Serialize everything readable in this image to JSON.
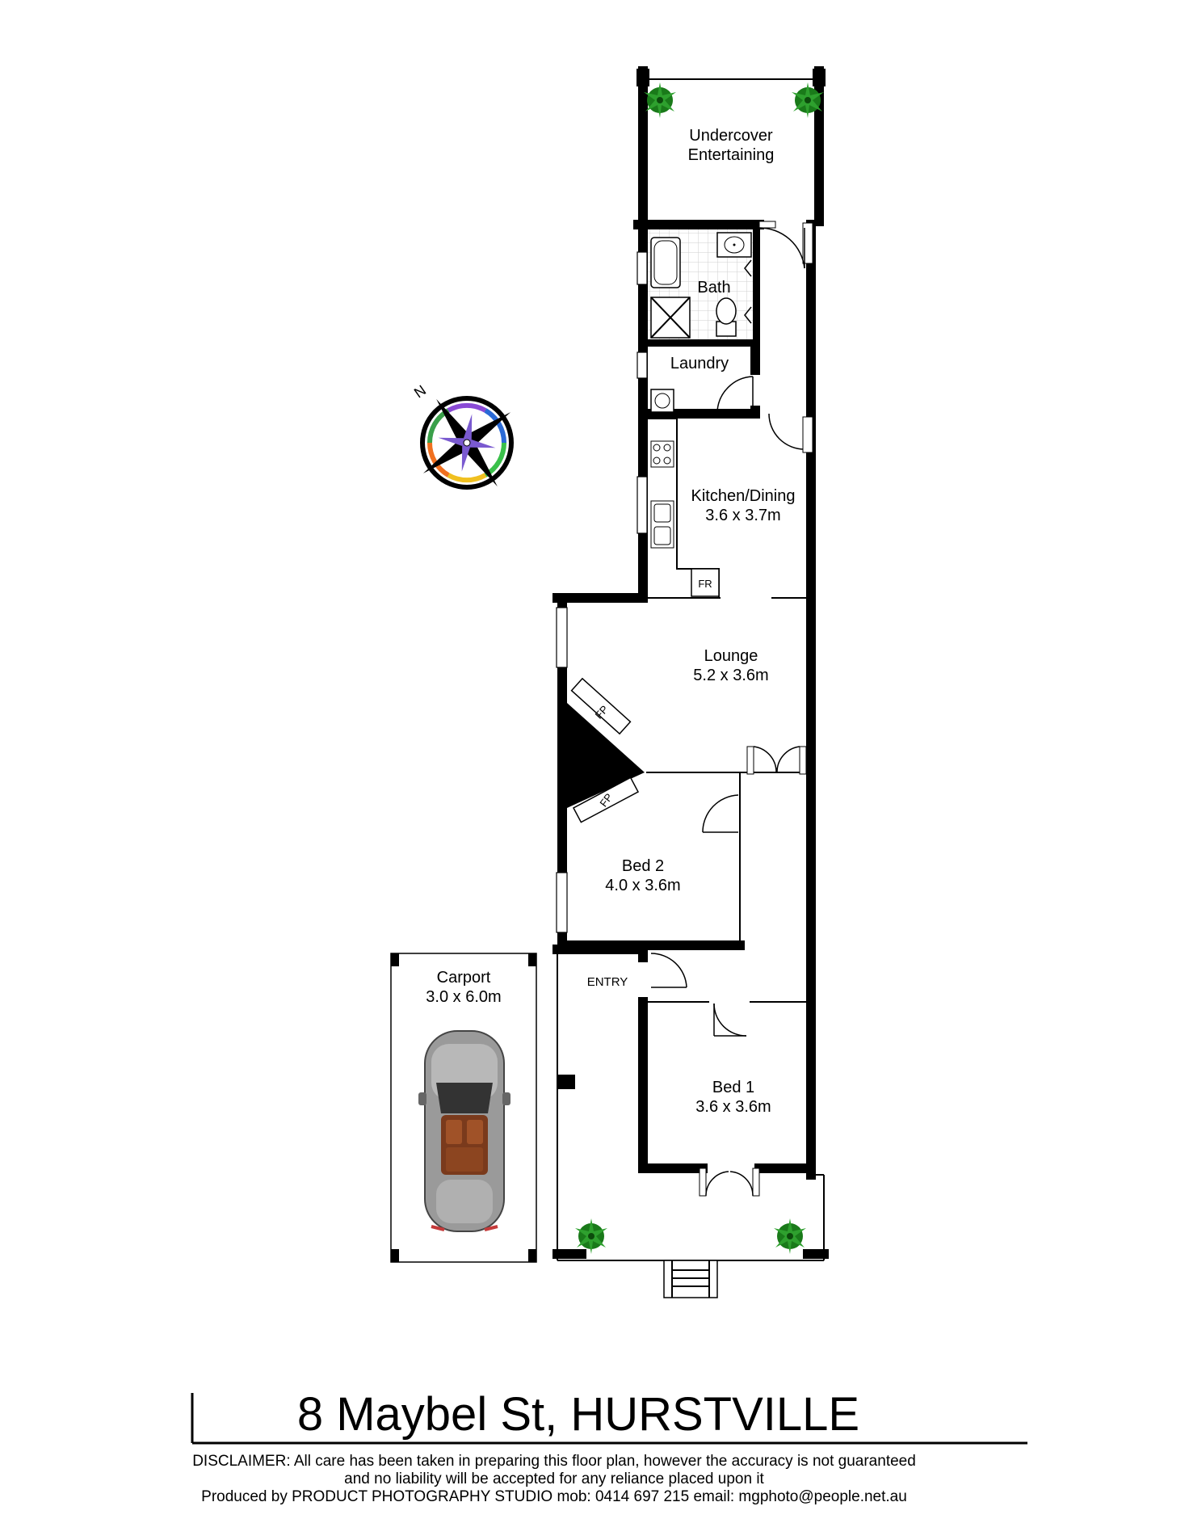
{
  "rooms": {
    "undercover": {
      "line1": "Undercover",
      "line2": "Entertaining"
    },
    "bath": {
      "name": "Bath"
    },
    "laundry": {
      "name": "Laundry"
    },
    "kitchen": {
      "name": "Kitchen/Dining",
      "size": "3.6 x 3.7m"
    },
    "fridge": {
      "label": "FR"
    },
    "lounge": {
      "name": "Lounge",
      "size": "5.2 x 3.6m"
    },
    "fireplace": {
      "label": "FP"
    },
    "bed2": {
      "name": "Bed 2",
      "size": "4.0 x 3.6m"
    },
    "entry": {
      "name": "ENTRY"
    },
    "bed1": {
      "name": "Bed 1",
      "size": "3.6 x 3.6m"
    },
    "carport": {
      "name": "Carport",
      "size": "3.0 x 6.0m"
    }
  },
  "compass": {
    "north": "N"
  },
  "footer": {
    "address": "8 Maybel St, HURSTVILLE",
    "disclaimer_line1": "DISCLAIMER: All care has been taken in preparing this floor plan, however the accuracy is not guaranteed",
    "disclaimer_line2": "and no liability will be accepted for any reliance placed upon it",
    "credit": "Produced by PRODUCT PHOTOGRAPHY STUDIO mob: 0414 697 215  email: mgphoto@people.net.au"
  }
}
